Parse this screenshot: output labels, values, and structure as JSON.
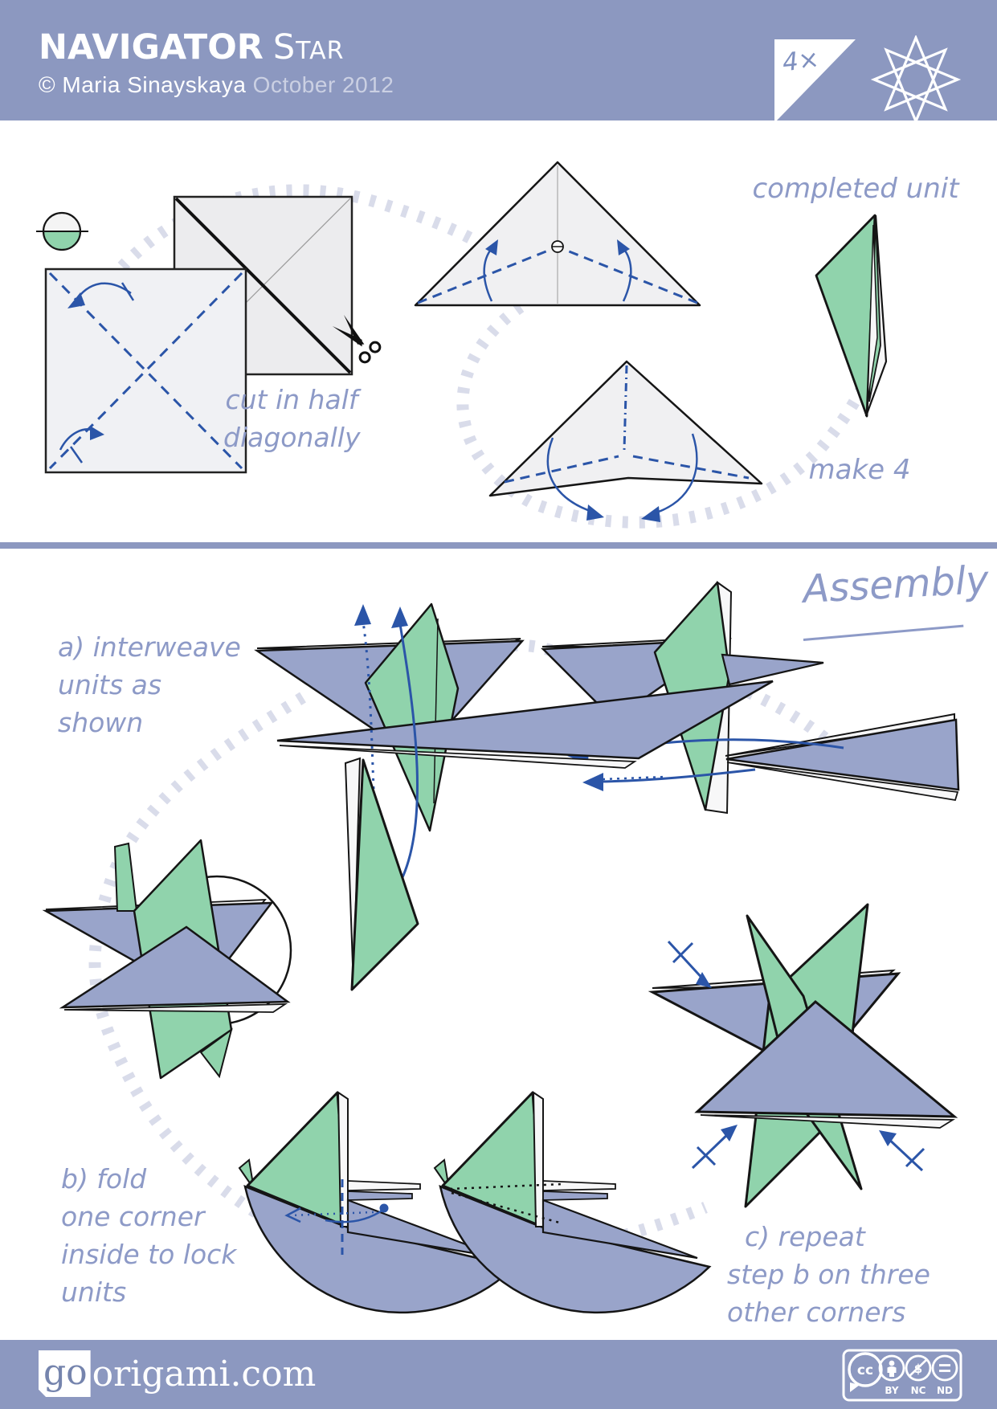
{
  "header": {
    "title_main": "NAVIGATOR",
    "title_sub": "Star",
    "copyright": "© Maria Sinayskaya",
    "date": "October 2012",
    "unit_count": "4×"
  },
  "fold_section": {
    "cut_label_lines": [
      "cut in half",
      "diagonally"
    ],
    "completed_unit_label": "completed unit",
    "make_label": "make 4"
  },
  "assembly_section": {
    "title": "Assembly",
    "step_a_lines": [
      "a) interweave",
      "units as",
      "shown"
    ],
    "step_b_lines": [
      "b) fold",
      "one corner",
      "inside to lock",
      "units"
    ],
    "step_c_lines": [
      "c) repeat",
      "step b on three",
      "other corners"
    ]
  },
  "footer": {
    "logo_prefix": "go",
    "logo_suffix": "origami.com",
    "cc_label": "cc",
    "nc_symbol": "$",
    "license_labels": [
      "BY",
      "NC",
      "ND"
    ]
  },
  "colors": {
    "band": "#8c98c0",
    "handwriting": "#8d9ac7",
    "fold_line_blue": "#2b55a8",
    "paper_green": "#90d3ac",
    "paper_periwinkle": "#99a4ca",
    "paper_gray": "#f0f0f2",
    "flow_arc_tick": "#d9dcea"
  },
  "icons": {
    "unit_count_triangle": "right-triangle",
    "star_outline": "eight-point-star",
    "paper_color_indicator": "half-green-circle",
    "scissors": "scissors",
    "magnifier_circle": "circle",
    "cc": "cc-circle",
    "cc_by": "person-circle",
    "cc_nc": "dollar-slash-circle",
    "cc_nd": "equals-circle"
  }
}
